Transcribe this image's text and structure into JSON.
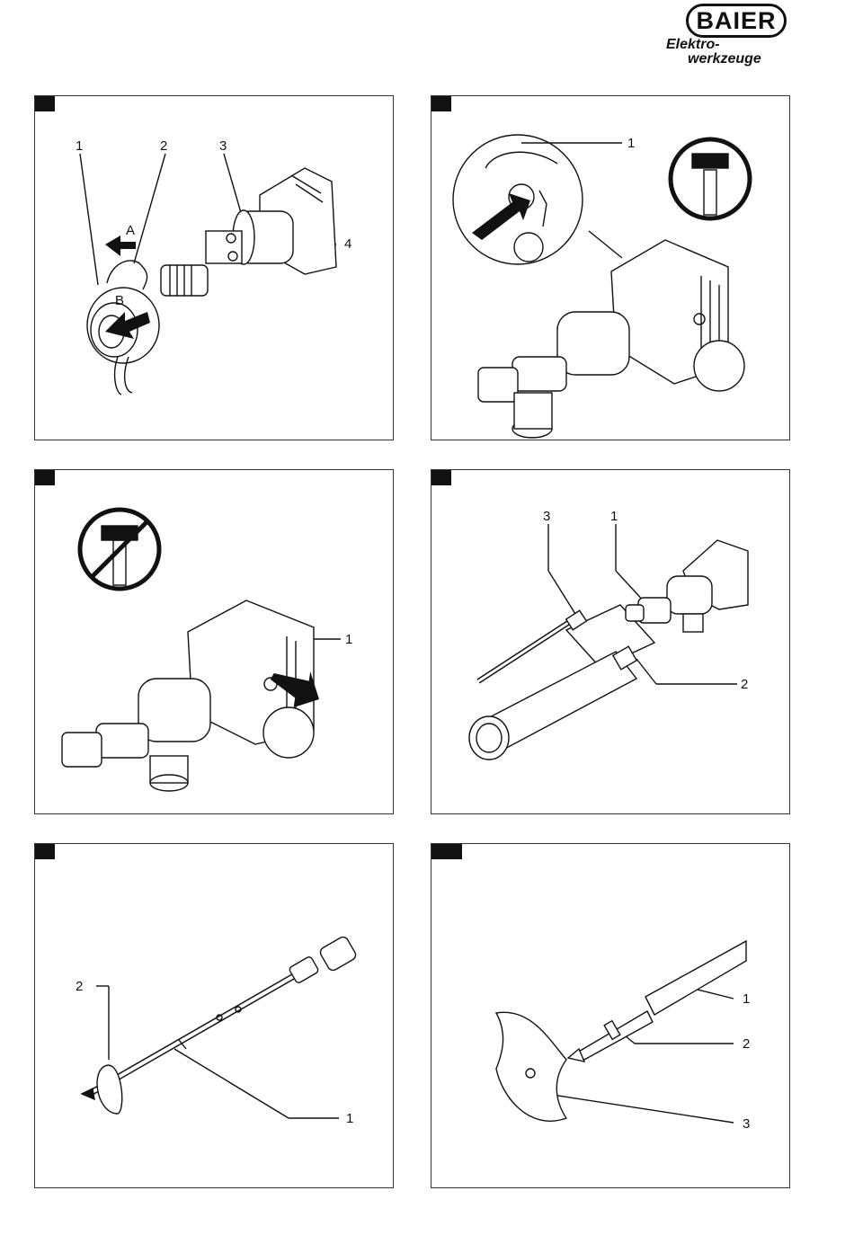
{
  "brand": {
    "name": "BAIER",
    "subtitle_line1": "Elektro-",
    "subtitle_line2": "werkzeuge"
  },
  "panels": [
    {
      "id": "panel-1",
      "callouts": [
        "1",
        "2",
        "3",
        "4",
        "A",
        "B"
      ]
    },
    {
      "id": "panel-2",
      "callouts": [
        "1"
      ]
    },
    {
      "id": "panel-3",
      "callouts": [
        "1"
      ]
    },
    {
      "id": "panel-4",
      "callouts": [
        "3",
        "1",
        "2"
      ]
    },
    {
      "id": "panel-5",
      "callouts": [
        "2",
        "1"
      ]
    },
    {
      "id": "panel-6",
      "callouts": [
        "1",
        "2",
        "3"
      ]
    }
  ]
}
